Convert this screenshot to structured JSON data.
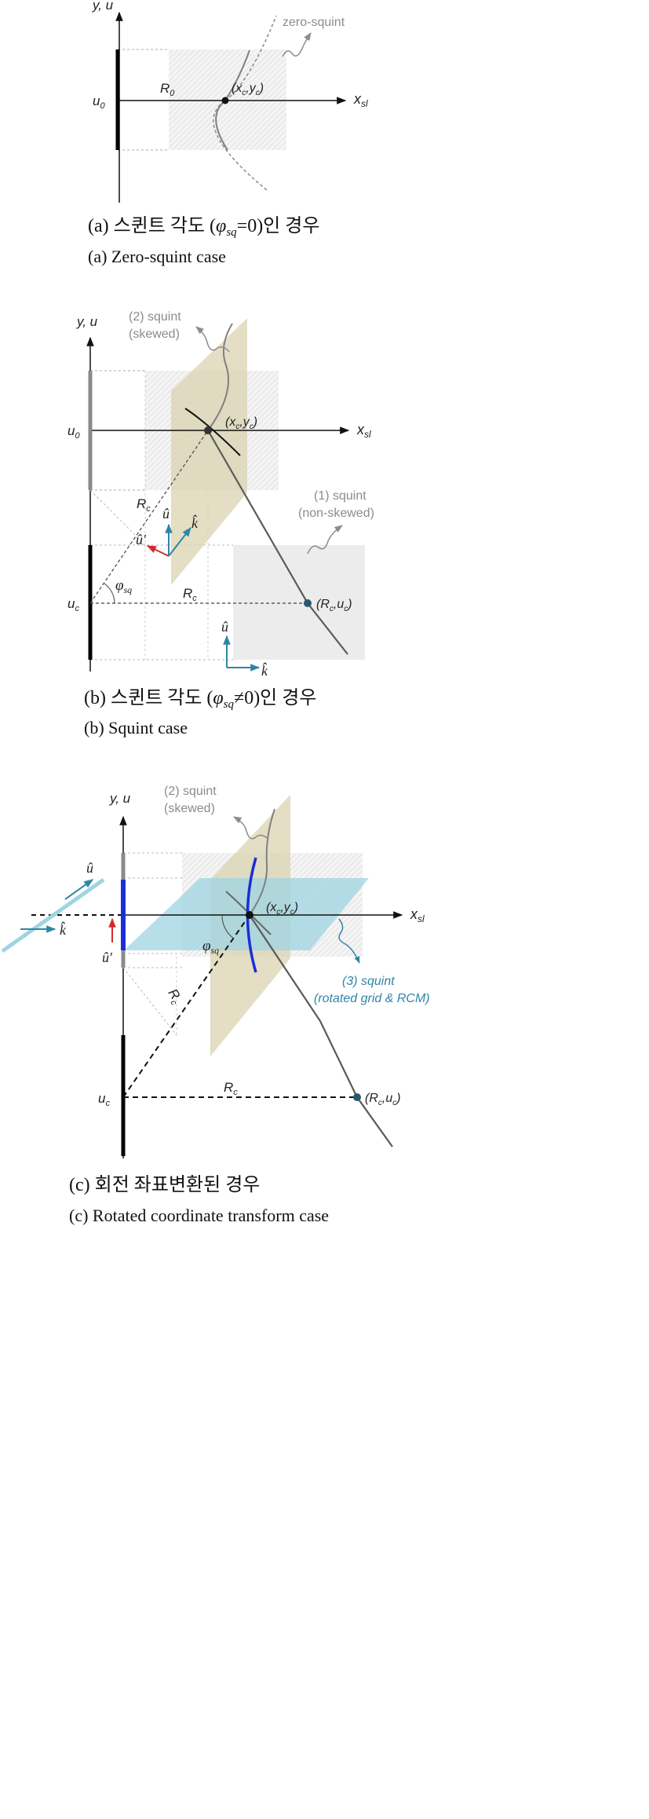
{
  "panel_a": {
    "axis_y": "y, u",
    "axis_x_main": "x",
    "axis_x_sub": "sl",
    "u0_main": "u",
    "u0_sub": "0",
    "r0_main": "R",
    "r0_sub": "0",
    "point_label": "(x",
    "point_label_c1": "c",
    "point_label_mid": ",y",
    "point_label_c2": "c",
    "point_label_end": ")",
    "curve_label": "zero-squint",
    "caption_kr_prefix": "(a)  스퀸트 각도 (",
    "caption_kr_phi": "φ",
    "caption_kr_sub": "sq",
    "caption_kr_suffix": "=0)인 경우",
    "caption_en": "(a)  Zero-squint case"
  },
  "panel_b": {
    "axis_y": "y, u",
    "axis_x_main": "x",
    "axis_x_sub": "sl",
    "u0_main": "u",
    "u0_sub": "0",
    "uc_main": "u",
    "uc_sub": "c",
    "rc_main": "R",
    "rc_sub": "c",
    "phi_main": "φ",
    "phi_sub": "sq",
    "point_label": "(x",
    "point_c1": "c",
    "point_mid": ",y",
    "point_c2": "c",
    "point_end": ")",
    "rcuc_label": "(R",
    "rcuc_c1": "c",
    "rcuc_mid": ",u",
    "rcuc_c2": "c",
    "rcuc_end": ")",
    "skewed_line1": "(2) squint",
    "skewed_line2": "(skewed)",
    "nonskewed_line1": "(1) squint",
    "nonskewed_line2": "(non-skewed)",
    "u_hat": "û",
    "k_hat": "k̂",
    "u_hat_prime": "û'",
    "caption_kr_prefix": "(b)  스퀸트 각도 (",
    "caption_kr_phi": "φ",
    "caption_kr_sub": "sq",
    "caption_kr_suffix": "≠0)인 경우",
    "caption_en": "(b)  Squint case"
  },
  "panel_c": {
    "axis_y": "y, u",
    "axis_x_main": "x",
    "axis_x_sub": "sl",
    "uc_main": "u",
    "uc_sub": "c",
    "rc_main": "R",
    "rc_sub": "c",
    "phi_main": "φ",
    "phi_sub": "sq",
    "point_label": "(x",
    "point_c1": "c",
    "point_mid": ",y",
    "point_c2": "c",
    "point_end": ")",
    "rcuc_label": "(R",
    "rcuc_c1": "c",
    "rcuc_mid": ",u",
    "rcuc_c2": "c",
    "rcuc_end": ")",
    "skewed_line1": "(2) squint",
    "skewed_line2": "(skewed)",
    "rotated_line1": "(3) squint",
    "rotated_line2": "(rotated grid & RCM)",
    "u_hat": "û",
    "k_hat": "k̂",
    "u_hat_prime": "û'",
    "caption_kr": "(c)  회전 좌표변환된 경우",
    "caption_en": "(c)  Rotated coordinate transform case"
  },
  "colors": {
    "grid": "#bdbdbd",
    "skewed_fill": "#d9d3b0",
    "rotated_fill": "#9fd4e2",
    "teal": "#2e86a6",
    "red": "#d42a2a",
    "blue": "#1a2fd6",
    "curve": "#808080",
    "dot_b": "#2a5672"
  }
}
